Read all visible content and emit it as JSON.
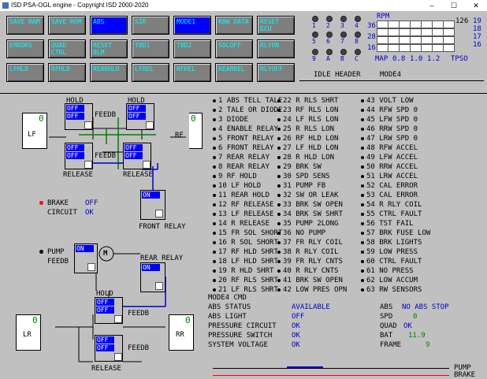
{
  "window": {
    "title": "ISD PSA-OGL engine - Copyright ISD 2000-2020",
    "minimize": "–",
    "maximize": "☐",
    "close": "✕"
  },
  "buttons_row1": [
    "SAVE RAM",
    "SAVE ROM",
    "ABS",
    "SIR",
    "MODE1",
    "RAW DATA",
    "RESET ECU"
  ],
  "buttons_row2": [
    "ERRORS",
    "QUAD CTRL",
    "RESET BLM",
    "TBD1",
    "TBD2",
    "SOLOFF",
    "RLYON"
  ],
  "buttons_row3": [
    "LFHLD",
    "RFHLD",
    "REARHLD",
    "LFREL",
    "RFREL",
    "REARREL",
    "RLYOFF"
  ],
  "active_buttons": [
    "ABS",
    "MODE1"
  ],
  "status_bar": {
    "idle": "IDLE HEADER",
    "mode": "MODE4"
  },
  "leds": {
    "row1": [
      "1",
      "2",
      "3",
      "4"
    ],
    "row2": [
      "5",
      "6",
      "7",
      "8"
    ],
    "row3": [
      "9",
      "A",
      "B",
      "C"
    ]
  },
  "rpm_grid": {
    "title": "RPM",
    "rows": [
      "36",
      "28",
      "16"
    ],
    "right_top": "126",
    "right_rows": [
      "19",
      "18",
      "17",
      "16"
    ],
    "bottom": [
      "MAP",
      "0.8",
      "1.0",
      "1.2",
      "TPSO"
    ]
  },
  "diagram": {
    "hold_top": "HOLD",
    "release_top": "RELEASE",
    "feedb": "FEEDB",
    "lf": "LF",
    "rf": "RF",
    "lf_val": "0",
    "rf_val": "0",
    "off": "OFF",
    "on": "ON",
    "front_relay": "FRONT RELAY",
    "brake_label": "BRAKE",
    "brake_val": "OFF",
    "circuit_label": "CIRCUIT",
    "circuit_val": "OK",
    "pump_label": "PUMP",
    "pump_feedb": "FEEDB",
    "pump_on": "ON",
    "motor": "M",
    "rear_relay": "REAR RELAY",
    "hold_bottom": "HOLD",
    "release_bottom": "RELEASE",
    "lr": "LR",
    "rr": "RR",
    "lr_val": "0",
    "rr_val": "0"
  },
  "list_col1": [
    "1 ABS TELL TALE",
    "2 TALE OR DIODE",
    "3 DIODE",
    "4 ENABLE RELAY",
    "5 FRONT RELAY",
    "6 FRONT RELAY",
    "7 REAR RELAY",
    "8 REAR RELAY",
    "9 RF HOLD",
    "10 LF HOLD",
    "11 REAR HOLD",
    "12 RF RELEASE",
    "13 LF RELEASE",
    "14 R RELEASE",
    "15 FR SOL SHORT",
    "16 R SOL SHORT",
    "17 RF HLD SHRT",
    "18 LF HLD SHRT",
    "19 R HLD SHRT",
    "20 RF RLS SHRT",
    "21 LF RLS SHRT"
  ],
  "list_col2": [
    "22 R RLS SHRT",
    "23 RF RLS LON",
    "24 LF RLS LON",
    "25 R RLS LON",
    "26 RF HLD LON",
    "27 LF HLD LON",
    "28 R HLD LON",
    "29 BRK SW",
    "30 SPD SENS",
    "31 PUMP FB",
    "32 SW OR LEAK",
    "33 BRK SW OPEN",
    "34 BRK SW SHRT",
    "35 PUMP 2LONG",
    "36 NO PUMP",
    "37 FR RLY COIL",
    "38 R RLY COIL",
    "39 FR RLY CNTS",
    "40 R RLY CNTS",
    "41 BRK SW OPEN",
    "42 LOW PRES OPN"
  ],
  "list_col3": [
    "43 VOLT LOW",
    "44 RFW SPD 0",
    "45 LFW SPD 0",
    "46 RRW SPD 0",
    "47 LRW SPD 0",
    "48 RFW ACCEL",
    "49 LFW ACCEL",
    "50 RRW ACCEL",
    "51 LRW ACCEL",
    "52 CAL ERROR",
    "53 CAL ERROR",
    "54 R RLY COIL",
    "55 CTRL FAULT",
    "56 TST FAIL",
    "57 BRK FUSE LOW",
    "58 BRK LIGHTS",
    "59 LOW PRESS",
    "60 CTRL FAULT",
    "61 NO PRESS",
    "62 LOW ACCUM",
    "63 RW SENSORS"
  ],
  "mode_cmd": "MODE4 CMD",
  "status_left": [
    {
      "label": "ABS STATUS",
      "value": "AVAILABLE"
    },
    {
      "label": "ABS LIGHT",
      "value": "OFF"
    },
    {
      "label": "PRESSURE CIRCUIT",
      "value": "OK"
    },
    {
      "label": "PRESSURE SWITCH",
      "value": "OK"
    },
    {
      "label": "SYSTEM VOLTAGE",
      "value": "OK"
    }
  ],
  "status_right": [
    {
      "label": "ABS",
      "value": "NO ABS STOP"
    },
    {
      "label": "SPD",
      "value": "0"
    },
    {
      "label": "QUAD",
      "value": "OK"
    },
    {
      "label": "BAT",
      "value": "11.9"
    },
    {
      "label": "FRAME",
      "value": "9"
    }
  ],
  "legend": {
    "pump": "PUMP",
    "brake": "BRAKE"
  },
  "colors": {
    "button": "#7f7f7f",
    "active": "#0000ff",
    "label": "#00ffff",
    "value": "#0000cc",
    "brake_dot": "#ff0000",
    "brake_line": "#ff0000"
  }
}
